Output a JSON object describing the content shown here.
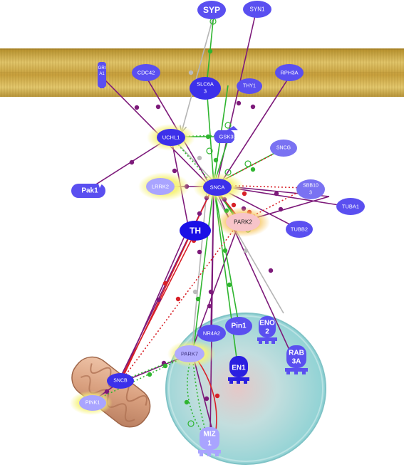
{
  "nodes": {
    "syp": "SYP",
    "syn1": "SYN1",
    "gria1_line1": "GRI",
    "gria1_line2": "A1",
    "cdc42": "CDC42",
    "slc6a3_line1": "SLC6A",
    "slc6a3_line2": "3",
    "thy1": "THY1",
    "rph3a": "RPH3A",
    "uchl1": "UCHL1",
    "gsk3b": "GSK3B",
    "sncg": "SNCG",
    "pak1": "Pak1",
    "lrrk2": "LRRK2",
    "snca": "SNCA",
    "s100b_line1": "SBB10",
    "s100b_line2": "3",
    "tuba1": "TUBA1",
    "park2": "PARK2",
    "tubb2": "TUBB2",
    "th": "TH",
    "nr4a2": "NR4A2",
    "pin1": "Pin1",
    "eno2_line1": "ENO",
    "eno2_line2": "2",
    "rab3a_line1": "RAB",
    "rab3a_line2": "3A",
    "park7": "PARK7",
    "en1": "EN1",
    "sncb": "SNCB",
    "pink1": "PINK1",
    "miz1_line1": "MIZ",
    "miz1_line2": "1"
  },
  "colors": {
    "node_blue": "#5a4ff0",
    "node_dark_blue": "#2a1fe0",
    "node_lavender": "#a7a3ff",
    "node_pink": "#f7c3c8",
    "edge_purple": "#7a1a7a",
    "edge_green": "#2bb52b",
    "edge_red": "#d8202a",
    "edge_gray": "#b0b0b0",
    "membrane": "#c9a441",
    "nucleus": "#9fdcde",
    "mitochondrion": "#d9a78b",
    "highlight": "#f4f28a"
  }
}
